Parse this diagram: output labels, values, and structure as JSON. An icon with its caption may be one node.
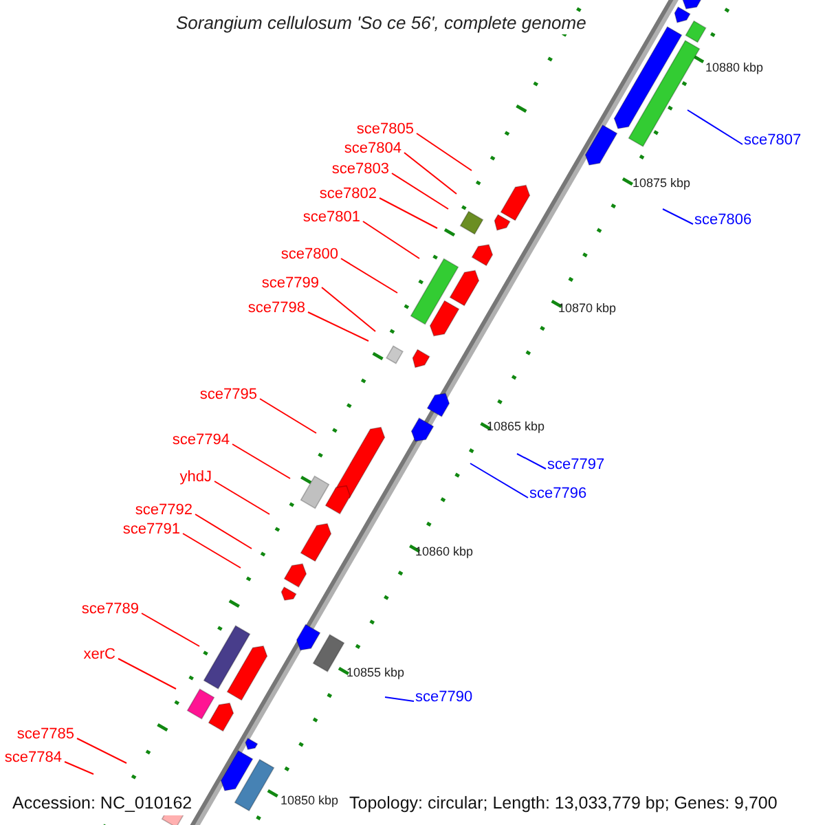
{
  "diagram": {
    "title": "Sorangium cellulosum 'So ce 56', complete genome",
    "nodes": [
      {
        "text": [
          "sce7805"
        ]
      },
      {
        "text": [
          "sce7804"
        ]
      },
      {
        "text": [
          "sce7803"
        ]
      },
      {
        "text": [
          "sce7802"
        ]
      },
      {
        "text": [
          "sce7807"
        ]
      },
      {
        "text": [
          "sce7801"
        ]
      },
      {
        "text": [
          "sce7806"
        ]
      },
      {
        "text": [
          "sce7800"
        ]
      },
      {
        "text": [
          "sce7799"
        ]
      },
      {
        "text": [
          "sce7798"
        ]
      },
      {
        "text": [
          "sce7795"
        ]
      },
      {
        "text": [
          "sce7794"
        ]
      },
      {
        "text": [
          "sce7797"
        ]
      },
      {
        "text": [
          "yhdJ"
        ]
      },
      {
        "text": [
          "sce7796"
        ]
      },
      {
        "text": [
          "sce7792"
        ]
      },
      {
        "text": [
          "sce7791"
        ]
      },
      {
        "text": [
          "sce7789"
        ]
      },
      {
        "text": [
          "xerC"
        ]
      },
      {
        "text": [
          "sce7790"
        ]
      },
      {
        "text": [
          "sce7785"
        ]
      },
      {
        "text": [
          "sce7784"
        ]
      }
    ],
    "edges": [
      {
        "from": 0,
        "to": null,
        "arrow": "none"
      },
      {
        "from": 1,
        "to": null,
        "arrow": "none"
      },
      {
        "from": 2,
        "to": null,
        "arrow": "none"
      },
      {
        "from": 3,
        "to": null,
        "arrow": "none"
      },
      {
        "from": 4,
        "to": null,
        "arrow": "none",
        "color": "#0000ff"
      },
      {
        "from": 5,
        "to": null,
        "arrow": "none"
      },
      {
        "from": 6,
        "to": null,
        "arrow": "none",
        "color": "#0000ff"
      },
      {
        "from": 7,
        "to": null,
        "arrow": "none"
      },
      {
        "from": 8,
        "to": null,
        "arrow": "none"
      },
      {
        "from": 9,
        "to": null,
        "arrow": "none"
      },
      {
        "from": 10,
        "to": null,
        "arrow": "none"
      },
      {
        "from": 11,
        "to": null,
        "arrow": "none"
      },
      {
        "from": 12,
        "to": null,
        "arrow": "none",
        "color": "#0000ff"
      },
      {
        "from": 13,
        "to": null,
        "arrow": "none"
      },
      {
        "from": 14,
        "to": null,
        "arrow": "none",
        "color": "#0000ff"
      },
      {
        "from": 15,
        "to": null,
        "arrow": "none"
      },
      {
        "from": 16,
        "to": null,
        "arrow": "none"
      },
      {
        "from": 17,
        "to": null,
        "arrow": "none"
      },
      {
        "from": 18,
        "to": null,
        "arrow": "none"
      },
      {
        "from": 19,
        "to": null,
        "arrow": "none",
        "color": "#0000ff"
      },
      {
        "from": 20,
        "to": null,
        "arrow": "none"
      },
      {
        "from": 21,
        "to": null,
        "arrow": "none"
      }
    ],
    "labels": [
      "10880 kbp",
      "10875 kbp",
      "10870 kbp",
      "10865 kbp",
      "10860 kbp",
      "10855 kbp",
      "10850 kbp",
      "Accession: NC_010162",
      "Topology: circular; Length: 13,033,779 bp; Genes: 9,700"
    ]
  }
}
